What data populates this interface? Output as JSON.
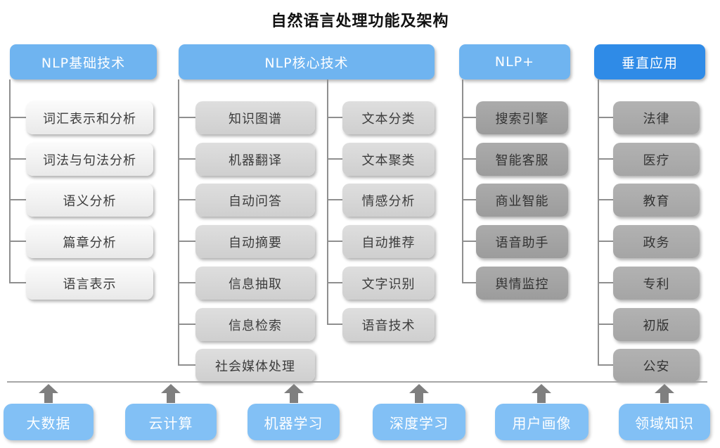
{
  "title": "自然语言处理功能及架构",
  "columns": [
    {
      "header": "NLP基础技术",
      "items": [
        "词汇表示和分析",
        "词法与句法分析",
        "语义分析",
        "篇章分析",
        "语言表示"
      ]
    },
    {
      "header": "NLP核心技术",
      "sub_columns": [
        [
          "知识图谱",
          "机器翻译",
          "自动问答",
          "自动摘要",
          "信息抽取",
          "信息检索",
          "社会媒体处理"
        ],
        [
          "文本分类",
          "文本聚类",
          "情感分析",
          "自动推荐",
          "文字识别",
          "语音技术"
        ]
      ]
    },
    {
      "header": "NLP+",
      "items": [
        "搜索引擎",
        "智能客服",
        "商业智能",
        "语音助手",
        "舆情监控"
      ]
    },
    {
      "header": "垂直应用",
      "items": [
        "法律",
        "医疗",
        "教育",
        "政务",
        "专利",
        "初版",
        "公安"
      ]
    }
  ],
  "foundation": {
    "items": [
      "大数据",
      "云计算",
      "机器学习",
      "深度学习",
      "用户画像",
      "领域知识"
    ]
  },
  "colors": {
    "header_blue": "#6FB4F0",
    "vertical_app_header_blue": "#2F8BE7",
    "foundation_blue": "#82C0F5",
    "basic_box_gray": "#F0F0F0",
    "core_box_gray": "#D6D6D6",
    "nlp_plus_box_gray": "#A3A3A3",
    "vertical_box_gray": "#ACACAC",
    "connector_gray": "#8F8F8F",
    "arrow_gray": "#7F7F7F",
    "title_black": "#111111"
  }
}
